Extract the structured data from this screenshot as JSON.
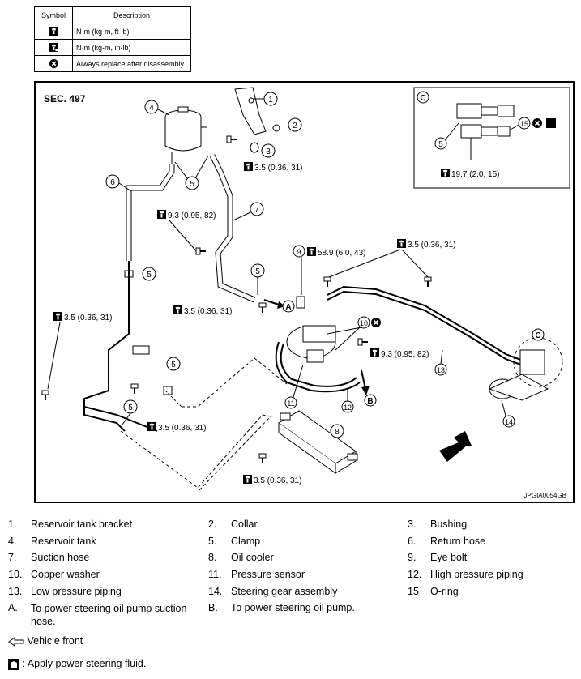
{
  "legend": {
    "header": {
      "symbol": "Symbol",
      "description": "Description"
    },
    "rows": [
      {
        "icon": "torque-wrench-icon",
        "description": "N·m (kg-m, ft-lb)"
      },
      {
        "icon": "torque-wrench-inlb-icon",
        "description": "N·m (kg-m, in-lb)"
      },
      {
        "icon": "always-replace-icon",
        "description": "Always replace after disassembly."
      }
    ]
  },
  "diagram": {
    "section": "SEC. 497",
    "torques": {
      "t1": "3.5 (0.36, 31)",
      "t2": "9.3 (0.95, 82)",
      "t3": "58.9 (6.0, 43)",
      "t4": "3.5 (0.36, 31)",
      "t5": "3.5 (0.36, 31)",
      "t6": "3.5 (0.36, 31)",
      "t7": "9.3 (0.95, 82)",
      "t8": "3.5 (0.36, 31)",
      "t9": "3.5 (0.36, 31)",
      "t10": "19.7 (2.0, 15)"
    },
    "detail_label": "C",
    "letters": {
      "a": "A",
      "b": "B"
    },
    "callouts": {
      "n1": "1",
      "n2": "2",
      "n3": "3",
      "n4": "4",
      "n5a": "5",
      "n5b": "5",
      "n5c": "5",
      "n5d": "5",
      "n5e": "5",
      "n5f": "5",
      "n6": "6",
      "n7": "7",
      "n8": "8",
      "n9": "9",
      "n10": "10",
      "n11": "11",
      "n12": "12",
      "n13": "13",
      "n14": "14",
      "n15": "15"
    },
    "code": "JPGIA0054GB"
  },
  "parts": [
    [
      {
        "n": "1.",
        "t": "Reservoir tank bracket"
      },
      {
        "n": "2.",
        "t": "Collar"
      },
      {
        "n": "3.",
        "t": "Bushing"
      }
    ],
    [
      {
        "n": "4.",
        "t": "Reservoir tank"
      },
      {
        "n": "5.",
        "t": "Clamp"
      },
      {
        "n": "6.",
        "t": "Return hose"
      }
    ],
    [
      {
        "n": "7.",
        "t": "Suction hose"
      },
      {
        "n": "8.",
        "t": "Oil cooler"
      },
      {
        "n": "9.",
        "t": "Eye bolt"
      }
    ],
    [
      {
        "n": "10.",
        "t": "Copper washer"
      },
      {
        "n": "11.",
        "t": "Pressure sensor"
      },
      {
        "n": "12.",
        "t": "High pressure piping"
      }
    ],
    [
      {
        "n": "13.",
        "t": "Low pressure piping"
      },
      {
        "n": "14.",
        "t": "Steering gear assembly"
      },
      {
        "n": "15",
        "t": "O-ring"
      }
    ],
    [
      {
        "n": "A.",
        "t": "To power steering oil pump suction hose."
      },
      {
        "n": "B.",
        "t": "To power steering oil pump."
      }
    ]
  ],
  "notes": {
    "front": "Vehicle front",
    "fluid": ": Apply power steering fluid."
  }
}
